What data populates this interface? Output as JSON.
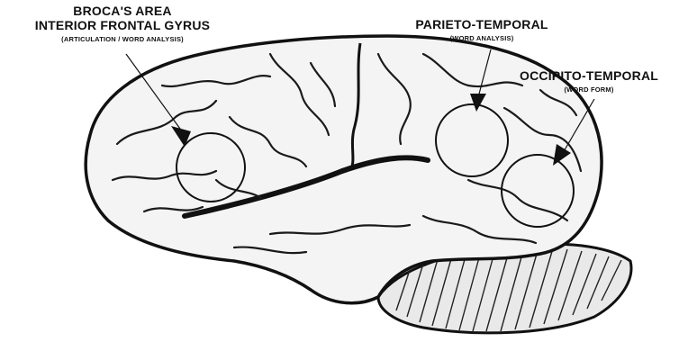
{
  "labels": {
    "broca": {
      "line1": "BROCA'S AREA",
      "line2": "INTERIOR FRONTAL GYRUS",
      "line3": "(ARTICULATION / WORD ANALYSIS)"
    },
    "parieto": {
      "line1": "PARIETO-TEMPORAL",
      "line2": "(WORD ANALYSIS)"
    },
    "occipito": {
      "line1": "OCCIPITO-TEMPORAL",
      "line2": "(WORD FORM)"
    }
  },
  "colors": {
    "ink": "#111111",
    "cortex": "#f4f4f4",
    "cerebellum": "#e9e9e9",
    "background": "#ffffff"
  }
}
